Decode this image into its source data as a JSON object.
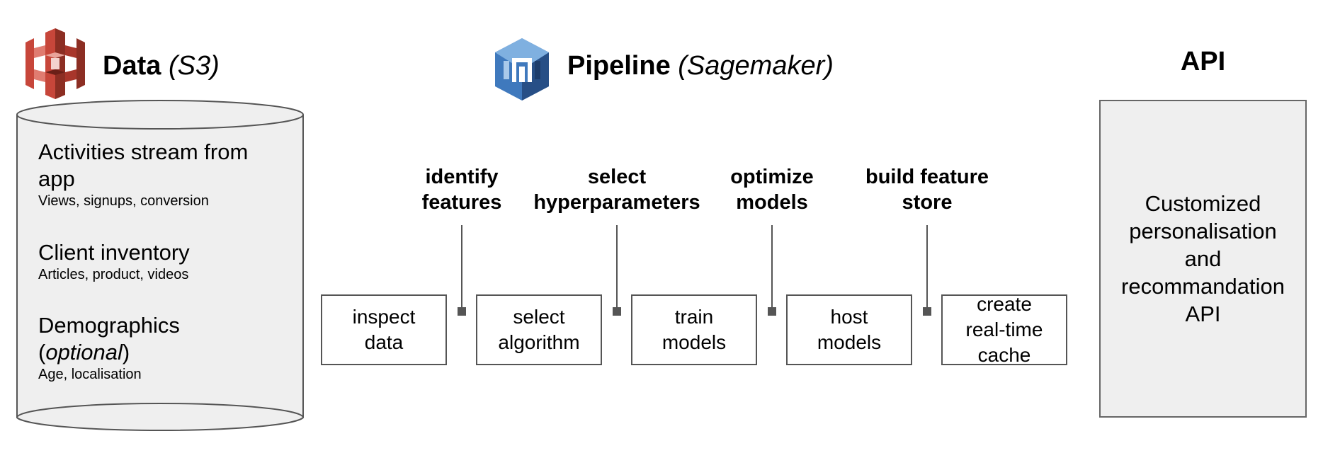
{
  "data_section": {
    "heading_bold": "Data",
    "heading_italic": "(S3)",
    "logo_icon": "s3-bucket-icon",
    "items": [
      {
        "title_lines": [
          "Activities stream from",
          "app"
        ],
        "subtitle": "Views, signups, conversion"
      },
      {
        "title": "Client inventory",
        "subtitle": "Articles, product, videos"
      },
      {
        "title_line1": "Demographics",
        "title_open": "(",
        "title_italic": "optional",
        "title_close": ")",
        "subtitle": "Age, localisation"
      }
    ]
  },
  "pipeline_section": {
    "heading_bold": "Pipeline",
    "heading_italic": "(Sagemaker)",
    "logo_icon": "sagemaker-icon",
    "step_labels": [
      [
        "identify",
        "features"
      ],
      [
        "select",
        "hyperparameters"
      ],
      [
        "optimize",
        "models"
      ],
      [
        "build feature",
        "store"
      ]
    ],
    "stages": [
      [
        "inspect",
        "data"
      ],
      [
        "select",
        "algorithm"
      ],
      [
        "train",
        "models"
      ],
      [
        "host",
        "models"
      ],
      [
        "create",
        "real-time",
        "cache"
      ]
    ]
  },
  "api_section": {
    "heading": "API",
    "box_lines": [
      "Customized",
      "personalisation",
      "and",
      "recommandation",
      "API"
    ]
  },
  "colors": {
    "s3_red": "#c7463a",
    "s3_dark": "#8c2e23",
    "sagemaker_blue": "#3f79bd",
    "sagemaker_dark": "#274f86",
    "box_fill": "#efefef",
    "stroke": "#555555"
  }
}
